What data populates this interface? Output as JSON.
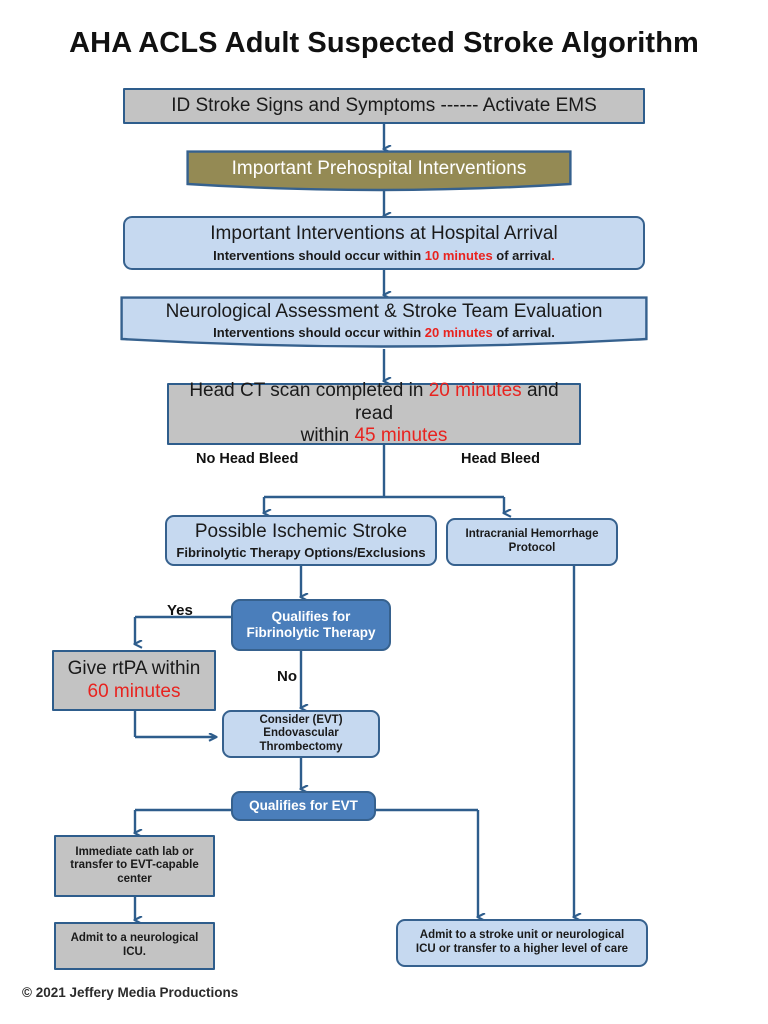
{
  "page": {
    "title": "AHA ACLS Adult Suspected Stroke Algorithm",
    "copyright": "© 2021   Jeffery Media Productions"
  },
  "colors": {
    "grey_fill": "#c3c3c3",
    "light_blue_fill": "#c6d9f0",
    "dark_blue_fill": "#4a7ebb",
    "olive_fill": "#948a54",
    "border_blue": "#36618e",
    "accent_red": "#e8231f",
    "background": "#ffffff"
  },
  "nodes": {
    "id_stroke": {
      "label": "ID Stroke Signs and Symptoms ------ Activate EMS"
    },
    "prehospital": {
      "label": "Important Prehospital Interventions"
    },
    "hospital_arrival": {
      "title": "Important Interventions at Hospital Arrival",
      "sub_pre": "Interventions should occur  within ",
      "sub_time": "10 minutes",
      "sub_post": " of arrival",
      "sub_period": "."
    },
    "neuro_assessment": {
      "title": "Neurological Assessment & Stroke Team Evaluation",
      "sub_pre": "Interventions should occur within ",
      "sub_time": "20 minutes",
      "sub_post": " of arrival."
    },
    "head_ct": {
      "line1_pre": "Head CT scan completed in ",
      "line1_time": "20 minutes",
      "line1_post": " and read",
      "line2_pre": "within ",
      "line2_time": "45 minutes"
    },
    "ischemic": {
      "title": "Possible Ischemic Stroke",
      "sub": "Fibrinolytic Therapy Options/Exclusions"
    },
    "hemorrhage": {
      "line1": "Intracranial Hemorrhage",
      "line2": "Protocol"
    },
    "qualifies_fibrinolytic": {
      "line1": "Qualifies for",
      "line2": "Fibrinolytic Therapy"
    },
    "rtpa": {
      "line1": "Give rtPA within",
      "line2_time": "60 minutes"
    },
    "consider_evt": {
      "line1": "Consider (EVT) Endovascular",
      "line2": "Thrombectomy"
    },
    "qualifies_evt": {
      "label": "Qualifies for EVT"
    },
    "cath_lab": {
      "line1": "Immediate cath lab or",
      "line2": "transfer to EVT-capable",
      "line3": "center"
    },
    "admit_icu": {
      "line1": "Admit to a neurological",
      "line2": "ICU."
    },
    "admit_stroke_unit": {
      "line1": "Admit to a stroke unit or neurological",
      "line2": "ICU or transfer to a higher level of care"
    }
  },
  "edge_labels": {
    "no_head_bleed": "No Head Bleed",
    "head_bleed": "Head Bleed",
    "yes": "Yes",
    "no": "No"
  }
}
